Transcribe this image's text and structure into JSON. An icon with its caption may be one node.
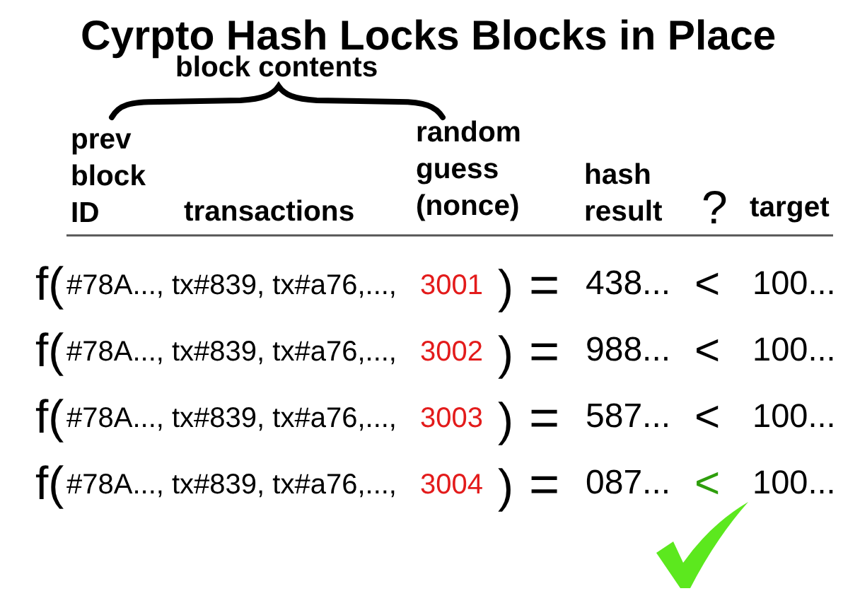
{
  "diagram": {
    "title": "Cyrpto Hash Locks Blocks in Place",
    "labels": [
      "block contents",
      "prev block ID",
      "transactions",
      "random guess (nonce)",
      "hash result",
      "?",
      "target",
      "f(",
      "#78A..., tx#839, tx#a76,...,",
      "3001",
      ")",
      "=",
      "438...",
      "<",
      "100...",
      "f(",
      "#78A..., tx#839, tx#a76,...,",
      "3002",
      ")",
      "=",
      "988...",
      "<",
      "100...",
      "f(",
      "#78A..., tx#839, tx#a76,...,",
      "3003",
      ")",
      "=",
      "587...",
      "<",
      "100...",
      "f(",
      "#78A..., tx#839, tx#a76,...,",
      "3004",
      ")",
      "=",
      "087...",
      "<",
      "100..."
    ]
  }
}
